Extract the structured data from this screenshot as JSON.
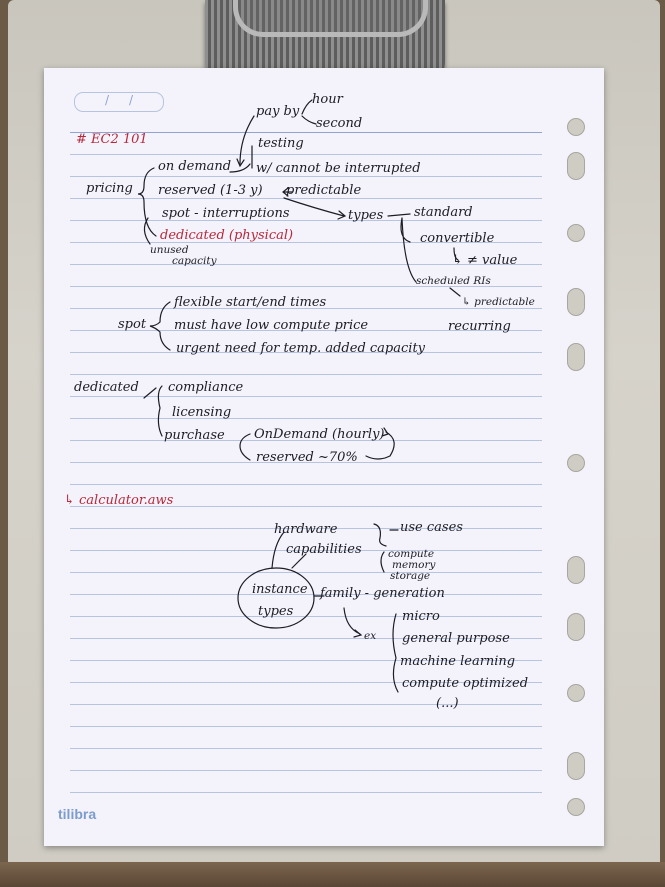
{
  "notes": {
    "date_slash_a": "/",
    "date_slash_b": "/",
    "title": "# EC2 101",
    "pay_by": "pay by",
    "hour": "hour",
    "second": "second",
    "testing": "testing",
    "on_demand": "on demand",
    "cannot_interrupt": "w/ cannot be interrupted",
    "pricing": "pricing",
    "reserved": "reserved (1-3 y)",
    "predictable": "predictable",
    "spot_interruptions": "spot - interruptions",
    "types": "types",
    "standard": "standard",
    "dedicated_physical": "dedicated (physical)",
    "convertible": "convertible",
    "unused": "unused",
    "capacity": "capacity",
    "value": "↳ ≠ value",
    "scheduled_ris": "scheduled RIs",
    "predictable2": "↳ predictable",
    "recurring": "recurring",
    "flexible": "flexible start/end times",
    "spot": "spot",
    "low_price": "must have low compute price",
    "urgent": "urgent need for temp. added capacity",
    "dedicated": "dedicated",
    "compliance": "compliance",
    "licensing": "licensing",
    "purchase": "purchase",
    "ondemand_hourly": "OnDemand (hourly)",
    "reserved_70": "reserved ~70%",
    "calculator": "↳ calculator.aws",
    "hardware": "hardware",
    "use_cases": "use cases",
    "capabilities": "capabilities",
    "compute": "compute",
    "memory": "memory",
    "storage": "storage",
    "instance": "instance",
    "types2": "types",
    "family_generation": "family - generation",
    "ex": "ex",
    "micro": "micro",
    "general_purpose": "general purpose",
    "machine_learning": "machine learning",
    "compute_optimized": "compute optimized",
    "ellipsis": "(...)"
  },
  "brand": "tilibra",
  "colors": {
    "ink": "#1c1c24",
    "red_ink": "#b8283a",
    "paper": "#f4f3fb",
    "rule_lines": "#b7c4dd",
    "brand": "#7b9ccd"
  }
}
